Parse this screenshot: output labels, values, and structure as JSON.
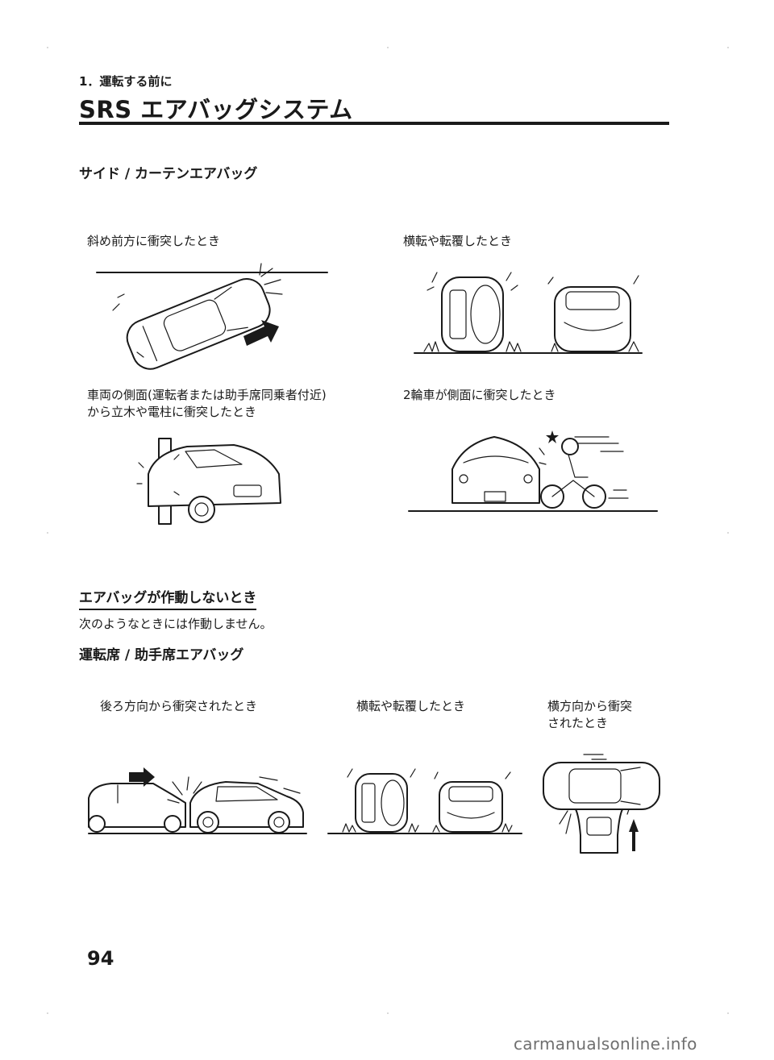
{
  "header": {
    "chapter": "1．運転する前に",
    "title": "SRS エアバッグシステム"
  },
  "section_side": {
    "heading": "サイド / カーテンエアバッグ",
    "captions": [
      "斜め前方に衝突したとき",
      "横転や転覆したとき",
      "車両の側面(運転者または助手席同乗者付近)\nから立木や電柱に衝突したとき",
      "2輪車が側面に衝突したとき"
    ]
  },
  "section_not": {
    "heading": "エアバッグが作動しないとき",
    "body": "次のようなときには作動しません。"
  },
  "section_front": {
    "heading": "運転席 / 助手席エアバッグ",
    "captions": [
      "後ろ方向から衝突されたとき",
      "横転や転覆したとき",
      "横方向から衝突\nされたとき"
    ]
  },
  "page_number": "94",
  "watermark": "carmanualsonline.info"
}
